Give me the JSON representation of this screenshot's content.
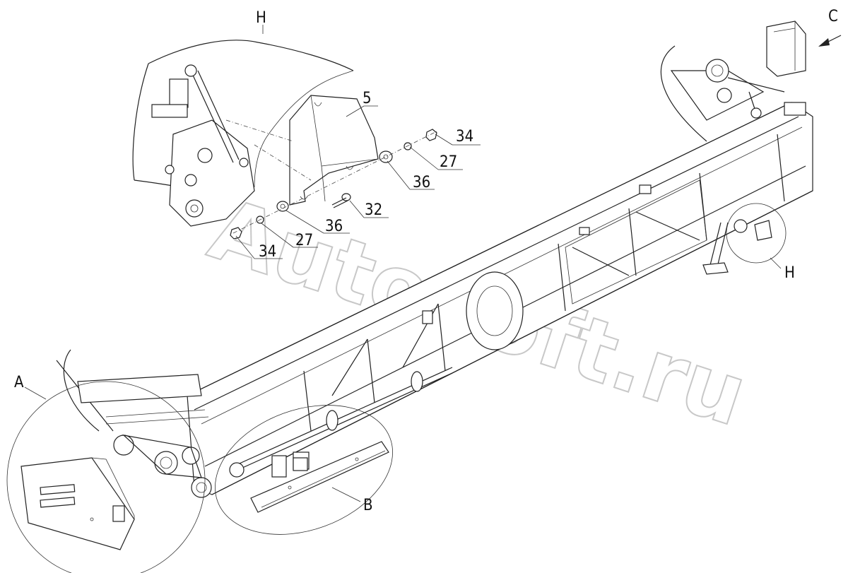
{
  "labels": {
    "view_a": "A",
    "view_b": "B",
    "view_c": "C",
    "view_h_top": "H",
    "view_h_right": "H"
  },
  "callouts": {
    "p5": "5",
    "p34_a": "34",
    "p27_a": "27",
    "p36_a": "36",
    "p32": "32",
    "p36_b": "36",
    "p27_b": "27",
    "p34_b": "34"
  },
  "watermark": "AutoSoft.ru",
  "colors": {
    "line": "#222222",
    "background": "#ffffff",
    "watermark": "#c8c8c8"
  }
}
